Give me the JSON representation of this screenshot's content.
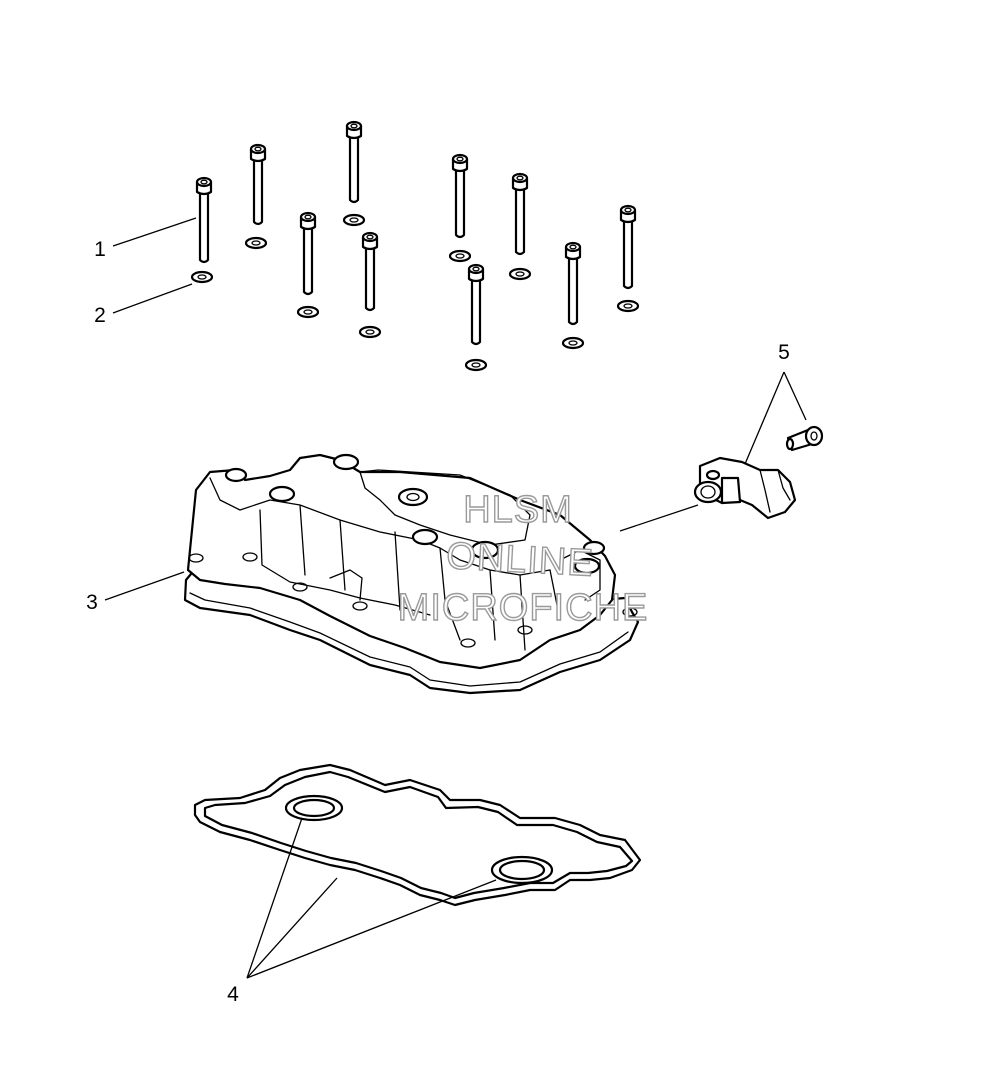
{
  "callouts": [
    {
      "id": "1",
      "label": "1"
    },
    {
      "id": "2",
      "label": "2"
    },
    {
      "id": "3",
      "label": "3"
    },
    {
      "id": "4",
      "label": "4"
    },
    {
      "id": "5",
      "label": "5"
    }
  ],
  "watermark": {
    "line1": "HLSM",
    "line2": "ONLINE",
    "line3": "MICROFICHE"
  }
}
